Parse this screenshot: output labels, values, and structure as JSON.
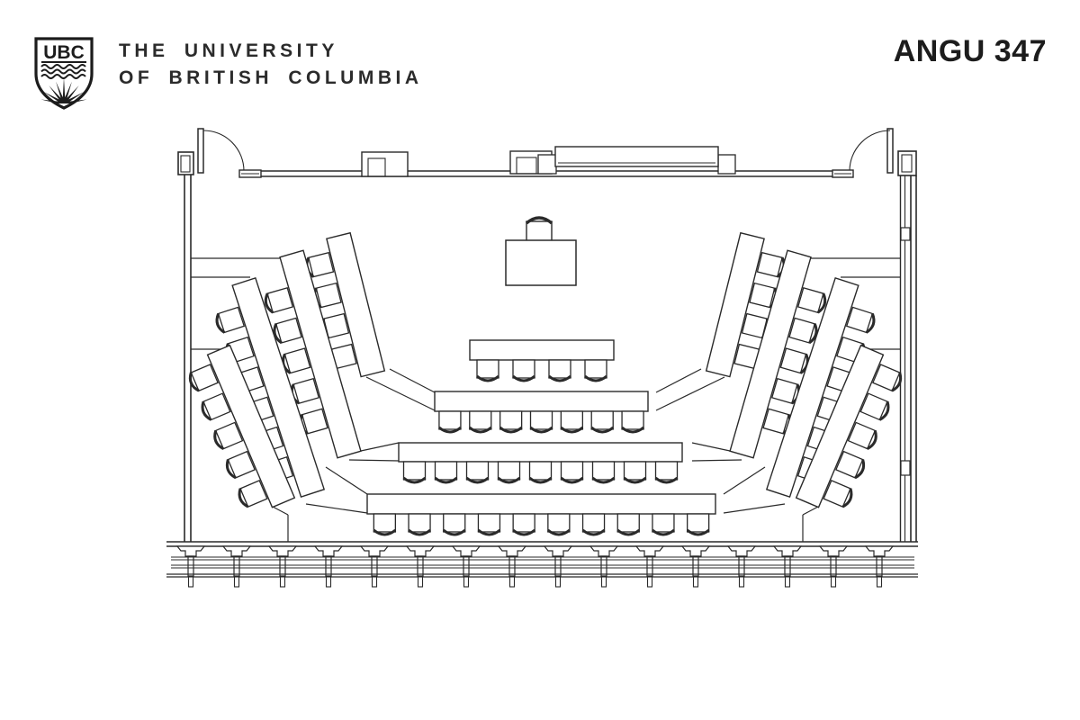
{
  "page": {
    "background": "#ffffff"
  },
  "colors": {
    "ink": "#2a2a2a",
    "text": "#2b2b2b"
  },
  "header": {
    "logo": {
      "shield_text": "UBC",
      "name_line1": "THE UNIVERSITY",
      "name_line2": "OF BRITISH COLUMBIA"
    },
    "room_code": "ANGU 347"
  },
  "floor_plan": {
    "kind": "tiered-classroom-plan",
    "doors": 2,
    "whiteboards": 1,
    "instructor_station": {
      "desks": 1,
      "chairs": 1
    },
    "center_rows": [
      {
        "id": "center-row-1",
        "seats": 4
      },
      {
        "id": "center-row-2",
        "seats": 7
      },
      {
        "id": "center-row-3",
        "seats": 9
      },
      {
        "id": "center-row-4",
        "seats": 10
      }
    ],
    "left_wing_tables": [
      {
        "id": "left-table-1",
        "seats": 4
      },
      {
        "id": "left-table-2",
        "seats": 5
      },
      {
        "id": "left-table-3",
        "seats": 6
      },
      {
        "id": "left-table-4",
        "seats": 5
      }
    ],
    "right_wing_tables": [
      {
        "id": "right-table-1",
        "seats": 4
      },
      {
        "id": "right-table-2",
        "seats": 5
      },
      {
        "id": "right-table-3",
        "seats": 6
      },
      {
        "id": "right-table-4",
        "seats": 5
      }
    ],
    "total_student_seats": 70
  }
}
